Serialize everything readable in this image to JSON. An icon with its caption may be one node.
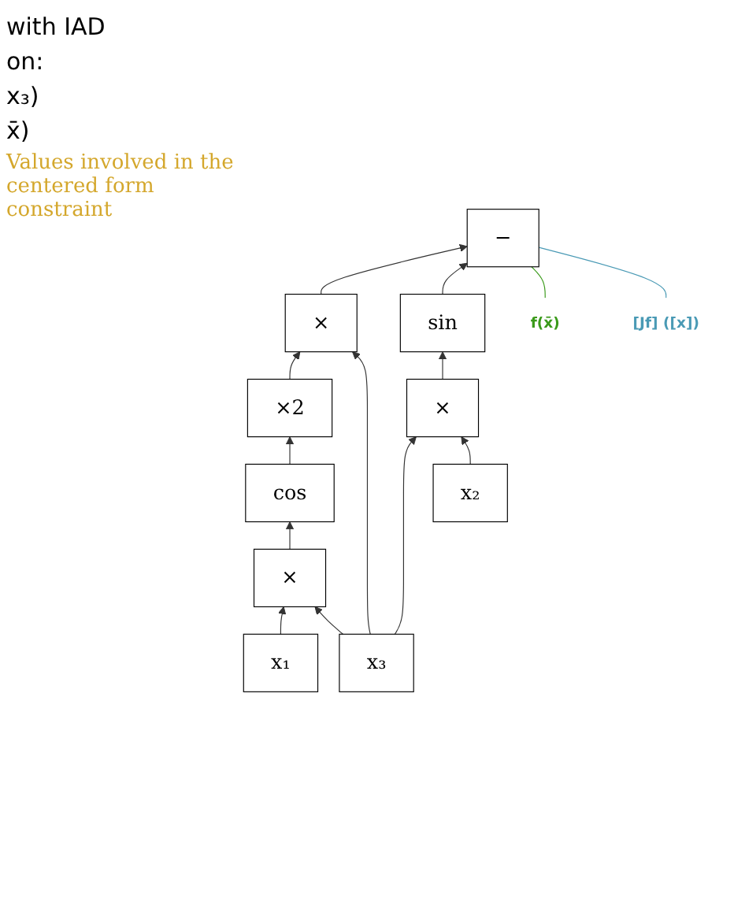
{
  "diagram": {
    "nodes": [
      {
        "text": [
          "−"
        ]
      },
      {
        "text": [
          "×"
        ]
      },
      {
        "text": [
          "×2"
        ]
      },
      {
        "text": [
          "cos"
        ]
      },
      {
        "text": [
          "×"
        ]
      },
      {
        "text": [
          "sin"
        ]
      },
      {
        "text": [
          "×"
        ]
      },
      {
        "text": [
          "x₁"
        ]
      },
      {
        "text": [
          "x₃"
        ]
      },
      {
        "text": [
          "x₂"
        ]
      },
      {
        "text": [
          "f(x̄)"
        ]
      },
      {
        "text": [
          "[Jf] ([x])"
        ]
      }
    ],
    "edges": [
      {
        "from": 1,
        "to": 0,
        "arrow": "to"
      },
      {
        "from": 5,
        "to": 0,
        "arrow": "to"
      },
      {
        "from": 2,
        "to": 1,
        "arrow": "to"
      },
      {
        "from": 8,
        "to": 1,
        "arrow": "to"
      },
      {
        "from": 3,
        "to": 2,
        "arrow": "to"
      },
      {
        "from": 4,
        "to": 3,
        "arrow": "to"
      },
      {
        "from": 7,
        "to": 4,
        "arrow": "to"
      },
      {
        "from": 8,
        "to": 4,
        "arrow": "to"
      },
      {
        "from": 6,
        "to": 5,
        "arrow": "to"
      },
      {
        "from": 8,
        "to": 6,
        "arrow": "to"
      },
      {
        "from": 9,
        "to": 6,
        "arrow": "to"
      },
      {
        "from": 10,
        "to": 0,
        "arrow": "none",
        "color": "#3a9a1a"
      },
      {
        "from": 11,
        "to": 0,
        "arrow": "none",
        "color": "#4a9ab5"
      }
    ],
    "labels": [
      "with IAD",
      "on:",
      "x₃)",
      "x̄)",
      "Values involved in the centered form constraint"
    ]
  }
}
